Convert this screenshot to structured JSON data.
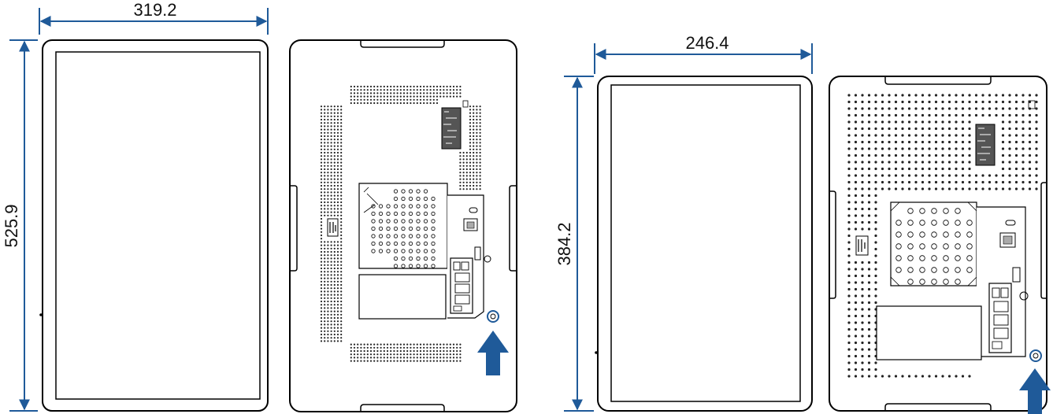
{
  "dimensions": {
    "large_width": "319.2",
    "large_height": "525.9",
    "small_width": "246.4",
    "small_height": "384.2"
  },
  "colors": {
    "dimension_line": "#1f5a99",
    "arrow": "#1f5a99",
    "outline": "#000000"
  },
  "icons": {
    "install_arrow": "up-arrow-icon"
  }
}
